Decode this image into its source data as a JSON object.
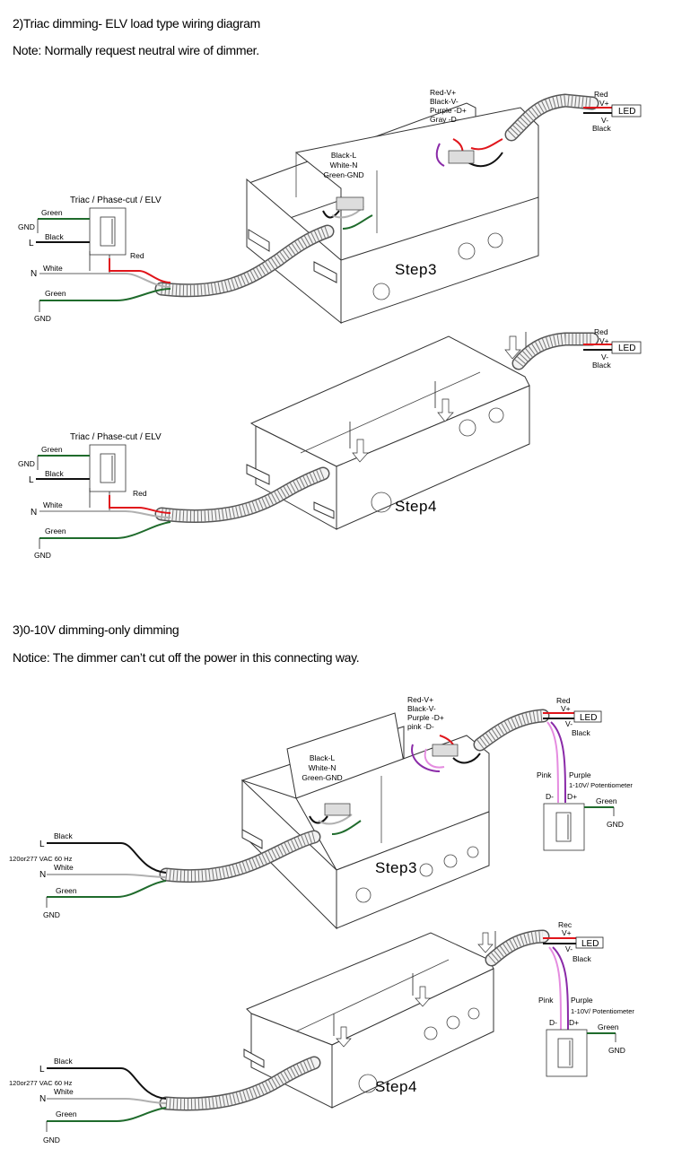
{
  "section2": {
    "title": "2)Triac dimming- ELV load type wiring diagram",
    "note": "Note: Normally request neutral wire of dimmer."
  },
  "section3": {
    "title": "3)0-10V dimming-only dimming",
    "note": "Notice: The dimmer can’t cut off the power in this connecting way."
  },
  "elv_step3": {
    "step": "Step3",
    "dimmer_title": "Triac / Phase-cut / ELV",
    "gnd_top": "GND",
    "green_top": "Green",
    "l": "L",
    "black": "Black",
    "n": "N",
    "white": "White",
    "red": "Red",
    "green_bottom": "Green",
    "gnd_bottom": "GND",
    "input_labels": [
      "Black-L",
      "White-N",
      "Green-GND"
    ],
    "output_labels": [
      "Red-V+",
      "Black-V-",
      "Purple -D+",
      "Gray -D-"
    ],
    "led": {
      "red": "Red",
      "vplus": "V+",
      "led": "LED",
      "vminus": "V-",
      "black": "Black"
    }
  },
  "elv_step4": {
    "step": "Step4",
    "dimmer_title": "Triac / Phase-cut / ELV",
    "gnd_top": "GND",
    "green_top": "Green",
    "l": "L",
    "black": "Black",
    "n": "N",
    "white": "White",
    "red": "Red",
    "green_bottom": "Green",
    "gnd_bottom": "GND",
    "led": {
      "red": "Red",
      "vplus": "V+",
      "led": "LED",
      "vminus": "V-",
      "black": "Black"
    }
  },
  "v010_step3": {
    "step": "Step3",
    "l": "L",
    "black": "Black",
    "supply": "120or277 VAC  60 Hz",
    "n": "N",
    "white": "White",
    "green": "Green",
    "gnd": "GND",
    "input_labels": [
      "Black-L",
      "White-N",
      "Green-GND"
    ],
    "output_labels": [
      "Red-V+",
      "Black-V-",
      "Purple -D+",
      "pink -D-"
    ],
    "led": {
      "red": "Red",
      "vplus": "V+",
      "led": "LED",
      "vminus": "V-",
      "black": "Black"
    },
    "pink": "Pink",
    "purple": "Purple",
    "pot": "1-10V/ Potentiometer",
    "dminus": "D-",
    "dplus": "D+",
    "pot_green": "Green",
    "pot_gnd": "GND"
  },
  "v010_step4": {
    "step": "Step4",
    "l": "L",
    "black": "Black",
    "supply": "120or277 VAC  60 Hz",
    "n": "N",
    "white": "White",
    "green": "Green",
    "gnd": "GND",
    "led": {
      "red": "Rec",
      "vplus": "V+",
      "led": "LED",
      "vminus": "V-",
      "black": "Black"
    },
    "pink": "Pink",
    "purple": "Purple",
    "pot": "1-10V/ Potentiometer",
    "dminus": "D-",
    "dplus": "D+",
    "pot_green": "Green",
    "pot_gnd": "GND"
  },
  "colors": {
    "red": "#e0151b",
    "green": "#1f6b2c",
    "black": "#111111",
    "white": "#b0b0b0",
    "purple": "#8a2aa8",
    "pink": "#e58ce0"
  }
}
